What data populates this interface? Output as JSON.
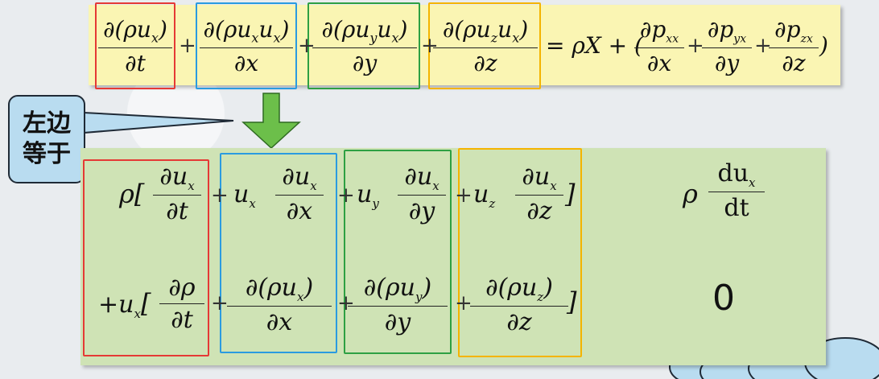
{
  "top_equation": {
    "t1": {
      "num": "∂(ρu",
      "num_sub": "x",
      "num_tail": ")",
      "den": "∂t"
    },
    "t2": {
      "num": "∂(ρu",
      "sub1": "x",
      "mid": "u",
      "sub2": "x",
      "tail": ")",
      "den": "∂x"
    },
    "t3": {
      "num": "∂(ρu",
      "sub1": "y",
      "mid": "u",
      "sub2": "x",
      "tail": ")",
      "den": "∂y"
    },
    "t4": {
      "num": "∂(ρu",
      "sub1": "z",
      "mid": "u",
      "sub2": "x",
      "tail": ")",
      "den": "∂z"
    },
    "rhs_lead": "= ρX + (",
    "p1": {
      "num": "∂p",
      "sub": "xx",
      "den": "∂x"
    },
    "p2": {
      "num": "∂p",
      "sub": "yx",
      "den": "∂y"
    },
    "p3": {
      "num": "∂p",
      "sub": "zx",
      "den": "∂z"
    },
    "rhs_close": ")",
    "plus": "+"
  },
  "callout": {
    "text_line1": "左边",
    "text_line2": "等于"
  },
  "row1": {
    "rho_open": "ρ[",
    "a": {
      "num": "∂u",
      "sub": "x",
      "den": "∂t"
    },
    "b_coef": "u",
    "b_coef_sub": "x",
    "b": {
      "num": "∂u",
      "sub": "x",
      "den": "∂x"
    },
    "c_coef": "u",
    "c_coef_sub": "y",
    "c": {
      "num": "∂u",
      "sub": "x",
      "den": "∂y"
    },
    "d_coef": "u",
    "d_coef_sub": "z",
    "d": {
      "num": "∂u",
      "sub": "x",
      "den": "∂z"
    },
    "close": "]",
    "result": {
      "pre": "ρ",
      "num": "du",
      "sub": "x",
      "den": "dt"
    }
  },
  "row2": {
    "lead": "+u",
    "lead_sub": "x",
    "open": "[",
    "a": {
      "num": "∂ρ",
      "den": "∂t"
    },
    "b": {
      "num": "∂(ρu",
      "sub": "x",
      "tail": ")",
      "den": "∂x"
    },
    "c": {
      "num": "∂(ρu",
      "sub": "y",
      "tail": ")",
      "den": "∂y"
    },
    "d": {
      "num": "∂(ρu",
      "sub": "z",
      "tail": ")",
      "den": "∂z"
    },
    "close": "]",
    "result": "0"
  },
  "colors": {
    "red": "#e53935",
    "blue": "#2a9be0",
    "green": "#2ea043",
    "orange": "#f4b400",
    "arrow": "#6cbf4a"
  }
}
